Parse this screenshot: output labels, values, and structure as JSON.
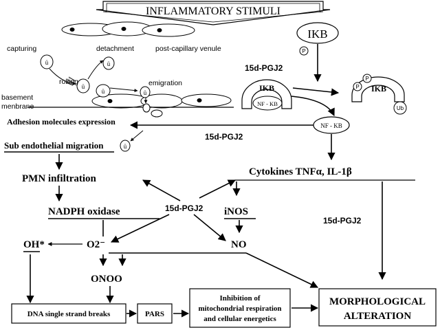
{
  "title": "INFLAMMATORY STIMULI",
  "vessel": {
    "capturing": "capturing",
    "detachment": "detachment",
    "venule": "post-capillary venule",
    "rolling": "rolling",
    "emigration": "emigration",
    "basement1": "basement",
    "basement2": "menbrane"
  },
  "nodes": {
    "ikb_free": "IKB",
    "p": "P",
    "pgj2_top": "15d-PGJ2",
    "ikb_complex": "IKB",
    "nfkb_complex": "NF - KB",
    "ikb_ub": "IKB",
    "ub": "Ub",
    "nfkb_free": "NF - KB",
    "adhesion": "Adhesion molecules expression",
    "pgj2_adhesion": "15d-PGJ2",
    "subendo": "Sub endothelial migration",
    "cytokines": "Cytokines TNFα, IL-1β",
    "pmn": "PMN infiltration",
    "nadph": "NADPH oxidase",
    "pgj2_center": "15d-PGJ2",
    "inos": "iNOS",
    "pgj2_right": "15d-PGJ2",
    "oh": "OH*",
    "o2": "O2⁻",
    "no": "NO",
    "onoo": "ONOO",
    "dna": "DNA single strand breaks",
    "pars": "PARS",
    "inhibition1": "Inhibition of",
    "inhibition2": "mitochondrial respiration",
    "inhibition3": "and cellular energetics",
    "morph1": "MORPHOLOGICAL",
    "morph2": "ALTERATION"
  }
}
